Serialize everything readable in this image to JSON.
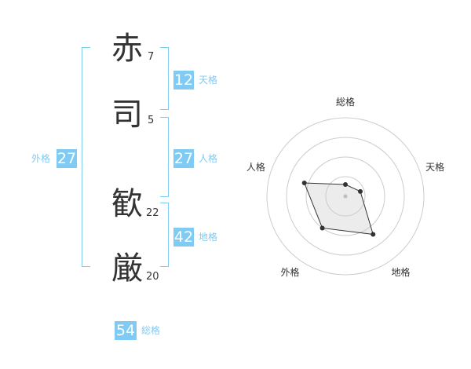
{
  "name": {
    "chars": [
      {
        "char": "赤",
        "strokes": "7"
      },
      {
        "char": "司",
        "strokes": "5"
      },
      {
        "char": "歓",
        "strokes": "22"
      },
      {
        "char": "厳",
        "strokes": "20"
      }
    ]
  },
  "kakusu": {
    "tenkaku": {
      "value": "12",
      "label": "天格"
    },
    "jinkaku": {
      "value": "27",
      "label": "人格"
    },
    "chikaku": {
      "value": "42",
      "label": "地格"
    },
    "gaikaku": {
      "value": "27",
      "label": "外格"
    },
    "soukaku": {
      "value": "54",
      "label": "総格"
    }
  },
  "colors": {
    "accent": "#7fcbf3",
    "text": "#333333",
    "ring": "#cccccc"
  },
  "chart_data": {
    "type": "radar",
    "axes": [
      "総格",
      "天格",
      "地格",
      "外格",
      "人格"
    ],
    "rings": 4,
    "max": 4,
    "values": [
      0.6,
      0.8,
      2.4,
      2.0,
      2.2
    ]
  }
}
